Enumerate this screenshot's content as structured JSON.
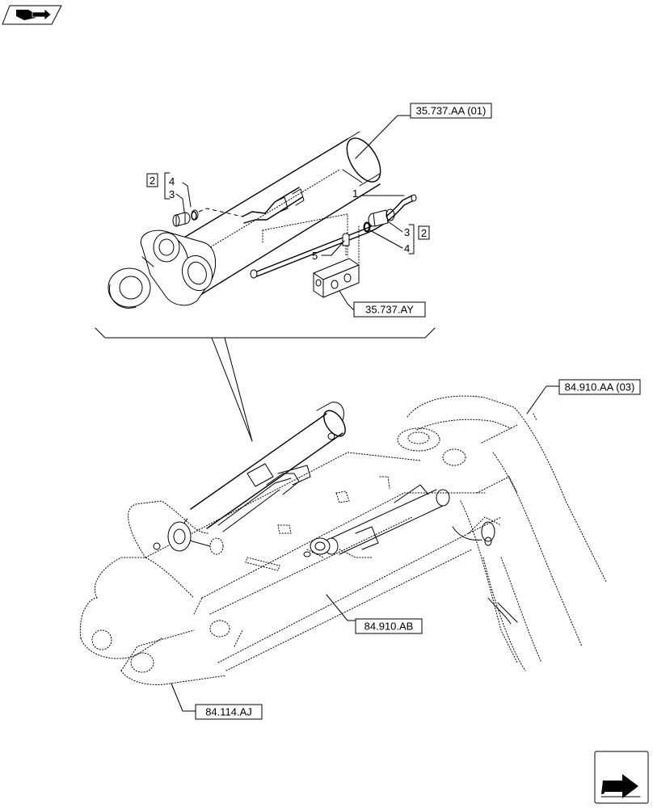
{
  "references": {
    "cylinder": "35.737.AA (01)",
    "valve": "35.737.AY",
    "boom_top": "84.910.AA (03)",
    "boom_mid": "84.910.AB",
    "boom_base": "84.114.AJ"
  },
  "callouts": {
    "pipe": "1",
    "kit_left": "2",
    "kit_right": "2",
    "fitting_left": "3",
    "oring_left": "4",
    "fitting_right": "3",
    "oring_right": "4",
    "screw": "5"
  },
  "icons": {
    "top_left": "book-arrow-icon",
    "bottom_right": "next-page-arrow-icon"
  }
}
